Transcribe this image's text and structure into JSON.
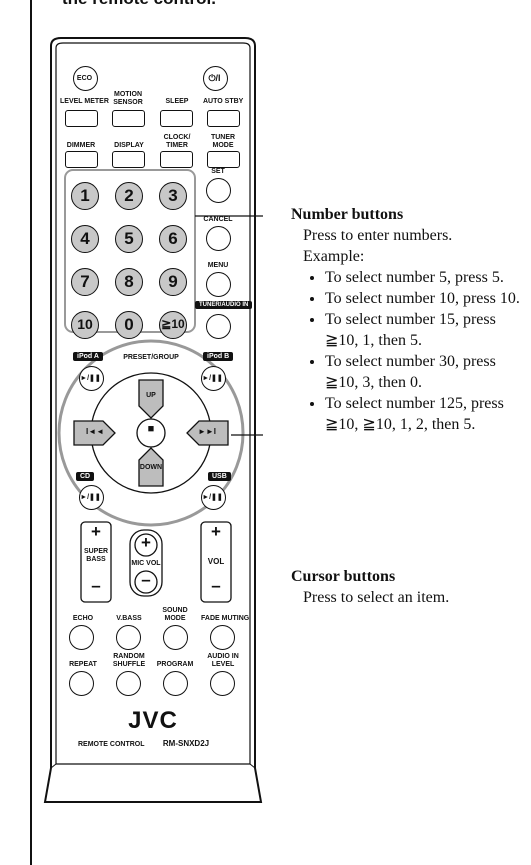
{
  "top_heading": "the remote control.",
  "remote": {
    "top_buttons": {
      "eco": "ECO",
      "power": "⏻/I"
    },
    "row1_labels": [
      "LEVEL METER",
      "MOTION\nSENSOR",
      "SLEEP",
      "AUTO STBY"
    ],
    "row2_labels": [
      "DIMMER",
      "DISPLAY",
      "CLOCK/\nTIMER",
      "TUNER\nMODE"
    ],
    "number_keys": [
      "1",
      "2",
      "3",
      "4",
      "5",
      "6",
      "7",
      "8",
      "9",
      "10",
      "0",
      "≧10"
    ],
    "side_labels": [
      "SET",
      "CANCEL",
      "MENU",
      "TUNER/AUDIO IN"
    ],
    "ipod_a": "iPod A",
    "ipod_b": "iPod B",
    "preset_group": "PRESET/GROUP",
    "cd": "CD",
    "usb": "USB",
    "play_pause": "►/❚❚",
    "cursor": {
      "up": "UP",
      "down": "DOWN",
      "left": "I◄◄",
      "right": "►►I",
      "stop": "■"
    },
    "super_bass": "SUPER\nBASS",
    "mic_vol": "MIC VOL",
    "vol": "VOL",
    "plus": "+",
    "minus": "–",
    "row5_labels": [
      "ECHO",
      "V.BASS",
      "SOUND\nMODE",
      "FADE MUTING"
    ],
    "row6_labels": [
      "REPEAT",
      "RANDOM\nSHUFFLE",
      "PROGRAM",
      "AUDIO IN\nLEVEL"
    ],
    "brand": "JVC",
    "model_prefix": "REMOTE CONTROL",
    "model": "RM-SNXD2J"
  },
  "number_section": {
    "title": "Number buttons",
    "intro": "Press to enter numbers.",
    "example_label": "Example:",
    "examples": [
      "To select number 5, press 5.",
      "To select number 10, press 10.",
      "To select number 15, press ≧10, 1, then 5.",
      "To select number 30, press ≧10, 3, then 0.",
      "To select number 125, press ≧10, ≧10, 1, 2, then 5."
    ]
  },
  "cursor_section": {
    "title": "Cursor buttons",
    "description": "Press to select an item."
  }
}
